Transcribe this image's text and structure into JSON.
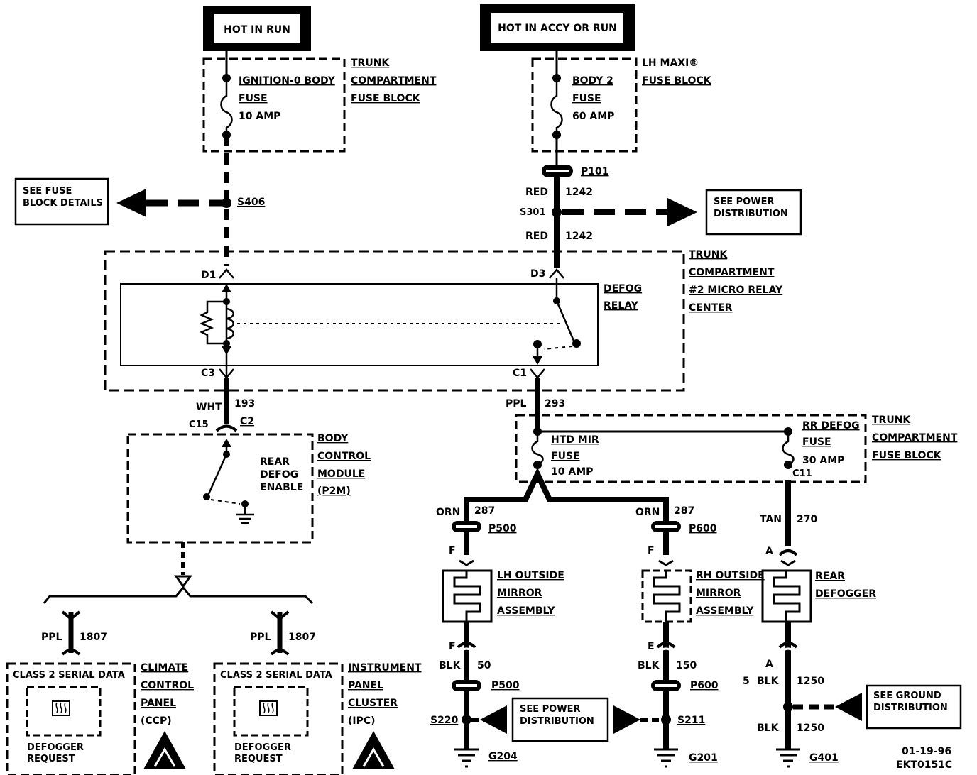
{
  "power_sources": {
    "left": "HOT IN RUN",
    "right": "HOT IN ACCY OR RUN"
  },
  "ignition_fuse": {
    "name": "IGNITION-0 BODY",
    "line2": "FUSE",
    "rating": "10 AMP",
    "block": [
      "TRUNK",
      "COMPARTMENT",
      "FUSE BLOCK"
    ]
  },
  "body2_fuse": {
    "name": "BODY 2",
    "line2": "FUSE",
    "rating": "60 AMP",
    "block": [
      "LH MAXI®",
      "FUSE BLOCK"
    ]
  },
  "refs": {
    "fuse_details": [
      "SEE FUSE",
      "BLOCK DETAILS"
    ],
    "power_dist_top": [
      "SEE POWER",
      "DISTRIBUTION"
    ],
    "power_dist_bottom": [
      "SEE POWER",
      "DISTRIBUTION"
    ],
    "ground_dist": [
      "SEE GROUND",
      "DISTRIBUTION"
    ]
  },
  "splices": {
    "s406": "S406",
    "s301": "S301",
    "s220": "S220",
    "s211": "S211"
  },
  "connectors": {
    "p101": "P101",
    "p500_top": "P500",
    "p600_top": "P600",
    "p500_bot": "P500",
    "p600_bot": "P600",
    "d1": "D1",
    "d3": "D3",
    "c3": "C3",
    "c1": "C1",
    "c15": "C15",
    "c2": "C2",
    "c11": "C11",
    "pin_f1": "F",
    "pin_f2": "F",
    "pin_f3": "F",
    "pin_e": "E",
    "pin_a1": "A",
    "pin_a2": "A",
    "pin_5": "5"
  },
  "wires": {
    "red_a": {
      "color": "RED",
      "circuit": "1242"
    },
    "red_b": {
      "color": "RED",
      "circuit": "1242"
    },
    "wht": {
      "color": "WHT",
      "circuit": "193"
    },
    "ppl": {
      "color": "PPL",
      "circuit": "293"
    },
    "orn_l": {
      "color": "ORN",
      "circuit": "287"
    },
    "orn_r": {
      "color": "ORN",
      "circuit": "287"
    },
    "tan": {
      "color": "TAN",
      "circuit": "270"
    },
    "blk_l": {
      "color": "BLK",
      "circuit": "50"
    },
    "blk_r": {
      "color": "BLK",
      "circuit": "150"
    },
    "blk_a": {
      "color": "BLK",
      "circuit": "1250"
    },
    "blk_b": {
      "color": "BLK",
      "circuit": "1250"
    },
    "ppl_l": {
      "color": "PPL",
      "circuit": "1807"
    },
    "ppl_r": {
      "color": "PPL",
      "circuit": "1807"
    }
  },
  "relay_center": {
    "relay": [
      "DEFOG",
      "RELAY"
    ],
    "block": [
      "TRUNK",
      "COMPARTMENT",
      "#2 MICRO RELAY",
      "CENTER"
    ]
  },
  "bcm": {
    "switch": [
      "REAR",
      "DEFOG",
      "ENABLE"
    ],
    "module": [
      "BODY",
      "CONTROL",
      "MODULE",
      "(P2M)"
    ]
  },
  "trunk_fuses": {
    "htd_mir": [
      "HTD MIR",
      "FUSE",
      "10 AMP"
    ],
    "rr_defog": [
      "RR DEFOG",
      "FUSE",
      "30 AMP"
    ],
    "block": [
      "TRUNK",
      "COMPARTMENT",
      "FUSE BLOCK"
    ]
  },
  "loads": {
    "lh_mirror": [
      "LH OUTSIDE",
      "MIRROR",
      "ASSEMBLY"
    ],
    "rh_mirror": [
      "RH OUTSIDE",
      "MIRROR",
      "ASSEMBLY"
    ],
    "rear_defogger": [
      "REAR",
      "DEFOGGER"
    ]
  },
  "modules": {
    "ccp": {
      "serial": "CLASS 2 SERIAL DATA",
      "request": [
        "DEFOGGER",
        "REQUEST"
      ],
      "name": [
        "CLIMATE",
        "CONTROL",
        "PANEL",
        "(CCP)"
      ]
    },
    "ipc": {
      "serial": "CLASS 2 SERIAL DATA",
      "request": [
        "DEFOGGER",
        "REQUEST"
      ],
      "name": [
        "INSTRUMENT",
        "PANEL",
        "CLUSTER",
        "(IPC)"
      ]
    }
  },
  "grounds": {
    "g204": "G204",
    "g201": "G201",
    "g401": "G401"
  },
  "footer": {
    "date": "01-19-96",
    "code": "EKT0151C"
  }
}
